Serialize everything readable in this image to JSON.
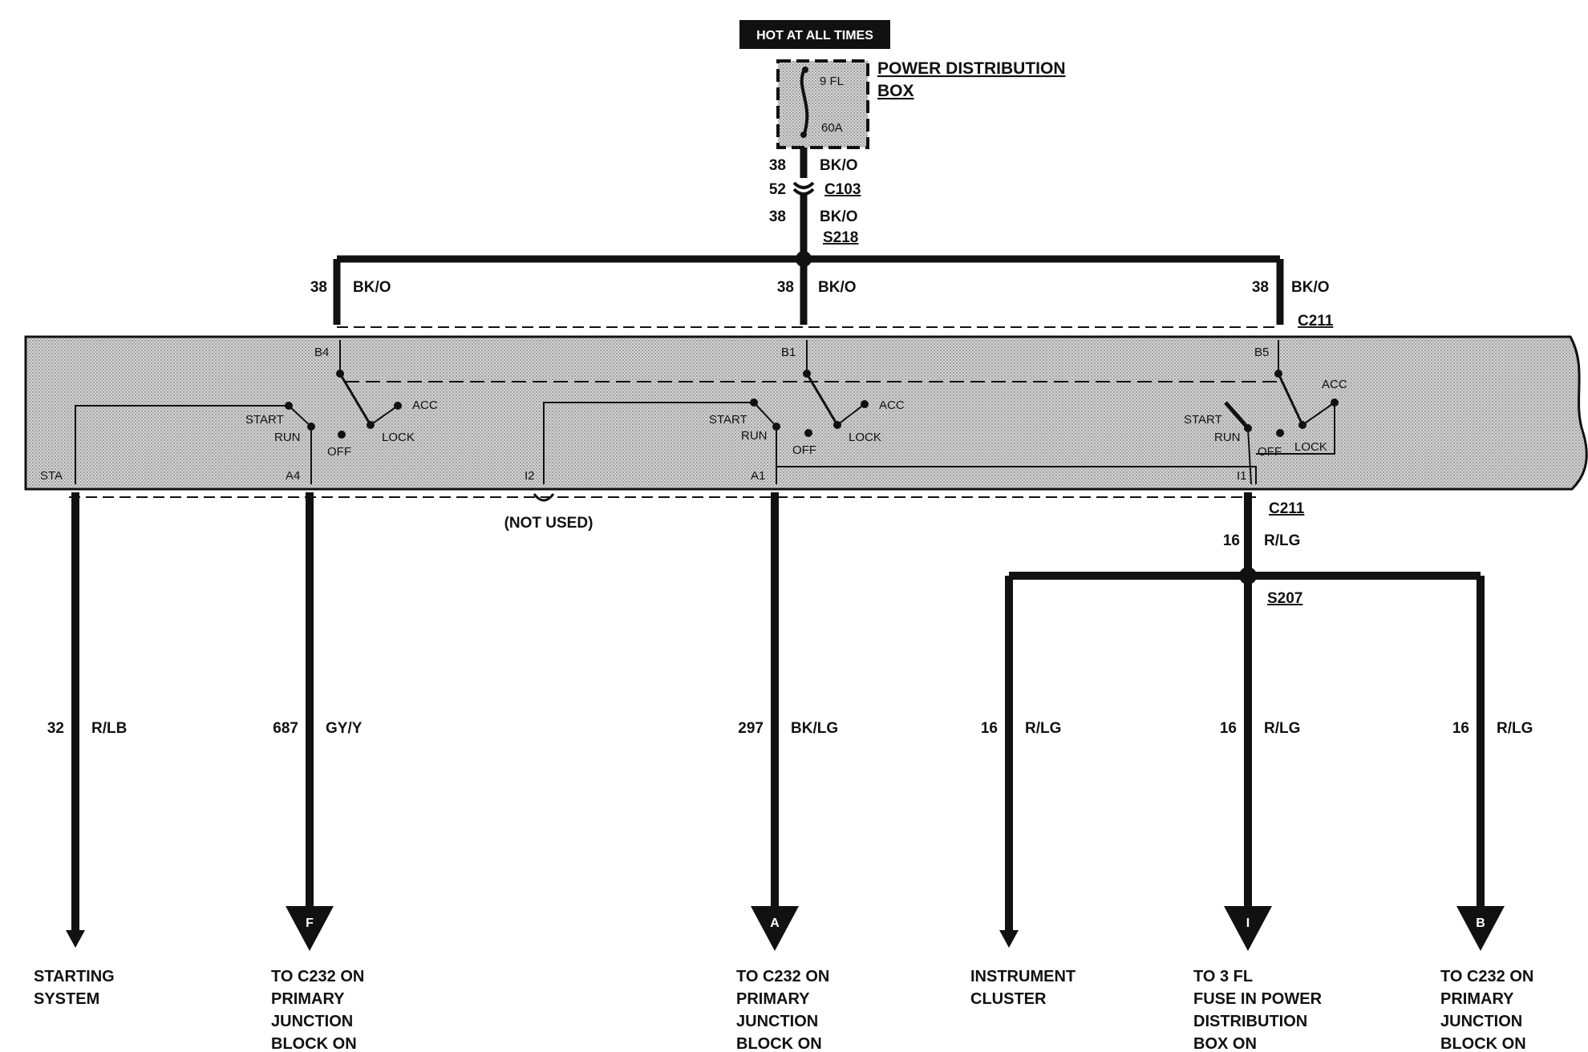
{
  "colors": {
    "background": "#ffffff",
    "ink": "#111111",
    "switch_panel": "#c8c8c8",
    "hot_label_bg": "#111111",
    "hot_label_text": "#ffffff"
  },
  "hot_label": "HOT AT ALL TIMES",
  "fuse": {
    "rating_top": "9 FL",
    "rating_bottom": "60A"
  },
  "power_box": {
    "line1": "POWER DISTRIBUTION",
    "line2": "BOX"
  },
  "feed": {
    "num1": "38",
    "color1": "BK/O",
    "conn_num": "52",
    "conn": "C103",
    "num2": "38",
    "color2": "BK/O",
    "splice": "S218"
  },
  "branches": [
    {
      "num": "38",
      "color": "BK/O"
    },
    {
      "num": "38",
      "color": "BK/O"
    },
    {
      "num": "38",
      "color": "BK/O"
    }
  ],
  "connector_top": "C211",
  "switch_pins": {
    "b4": "B4",
    "b1": "B1",
    "b5": "B5",
    "sta": "STA",
    "a4": "A4",
    "i2": "I2",
    "a1": "A1",
    "i1": "I1"
  },
  "switch_positions": {
    "start": "START",
    "run": "RUN",
    "off": "OFF",
    "lock": "LOCK",
    "acc": "ACC"
  },
  "not_used": "(NOT USED)",
  "connector_bottom": "C211",
  "i1_wire": {
    "num": "16",
    "color": "R/LG",
    "splice": "S207"
  },
  "outputs": [
    {
      "num": "32",
      "color": "R/LB",
      "arrow": "",
      "dest": [
        "STARTING",
        "SYSTEM"
      ]
    },
    {
      "num": "687",
      "color": "GY/Y",
      "arrow": "F",
      "dest": [
        "TO C232 ON",
        "PRIMARY",
        "JUNCTION",
        "BLOCK ON"
      ]
    },
    {
      "num": "297",
      "color": "BK/LG",
      "arrow": "A",
      "dest": [
        "TO C232 ON",
        "PRIMARY",
        "JUNCTION",
        "BLOCK ON"
      ]
    },
    {
      "num": "16",
      "color": "R/LG",
      "arrow": "",
      "dest": [
        "INSTRUMENT",
        "CLUSTER"
      ]
    },
    {
      "num": "16",
      "color": "R/LG",
      "arrow": "I",
      "dest": [
        "TO 3 FL",
        "FUSE IN POWER",
        "DISTRIBUTION",
        "BOX ON"
      ]
    },
    {
      "num": "16",
      "color": "R/LG",
      "arrow": "B",
      "dest": [
        "TO C232 ON",
        "PRIMARY",
        "JUNCTION",
        "BLOCK ON"
      ]
    }
  ]
}
